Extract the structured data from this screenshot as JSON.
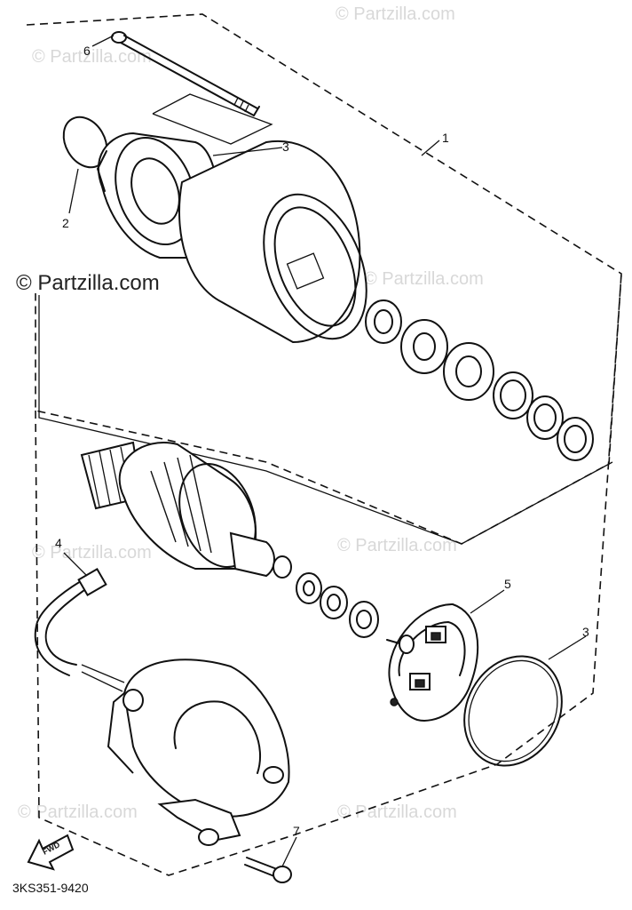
{
  "diagram": {
    "drawing_code": "3KS351-9420",
    "fwd_label": "FWD",
    "watermark_main": "© Partzilla.com",
    "watermark_faint": "© Partzilla.com",
    "callouts": {
      "c1": "1",
      "c2": "2",
      "c3a": "3",
      "c3b": "3",
      "c4": "4",
      "c5": "5",
      "c6": "6",
      "c7": "7"
    }
  }
}
